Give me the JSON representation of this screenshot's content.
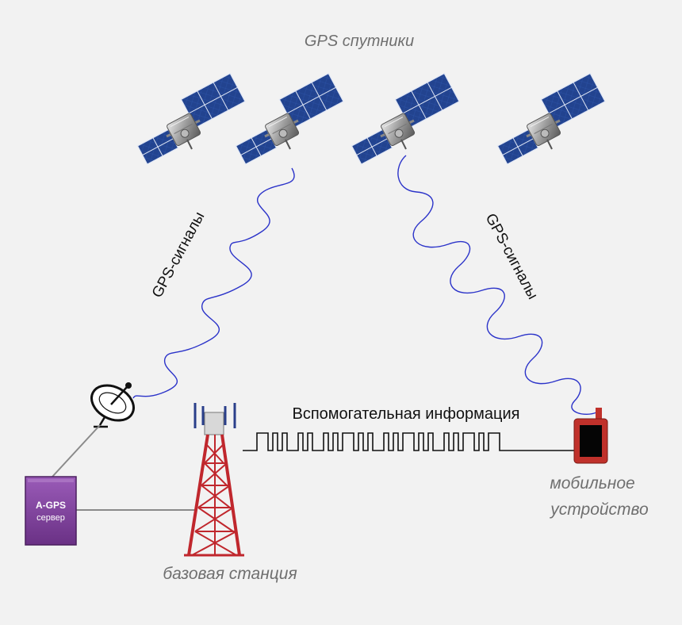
{
  "title": "GPS спутники",
  "signals": {
    "left_label": "GPS-сигналы",
    "right_label": "GPS-сигналы"
  },
  "assist_label": "Вспомогательная информация",
  "server": {
    "name": "A-GPS",
    "sub": "сервер"
  },
  "mobile": {
    "line1": "мобильное",
    "line2": "устройство"
  },
  "base_station": "базовая станция",
  "colors": {
    "background": "#f2f2f2",
    "signal_wave": "#2b33c9",
    "solar_panel": "#1f3f8f",
    "tower": "#c0272d",
    "server_box": "#7a3f97",
    "phone": "#c0312b",
    "label_gray": "#6f6f6f"
  },
  "icons": [
    "satellite-icon",
    "satellite-dish-icon",
    "cell-tower-icon",
    "mobile-phone-icon",
    "server-box-icon"
  ]
}
